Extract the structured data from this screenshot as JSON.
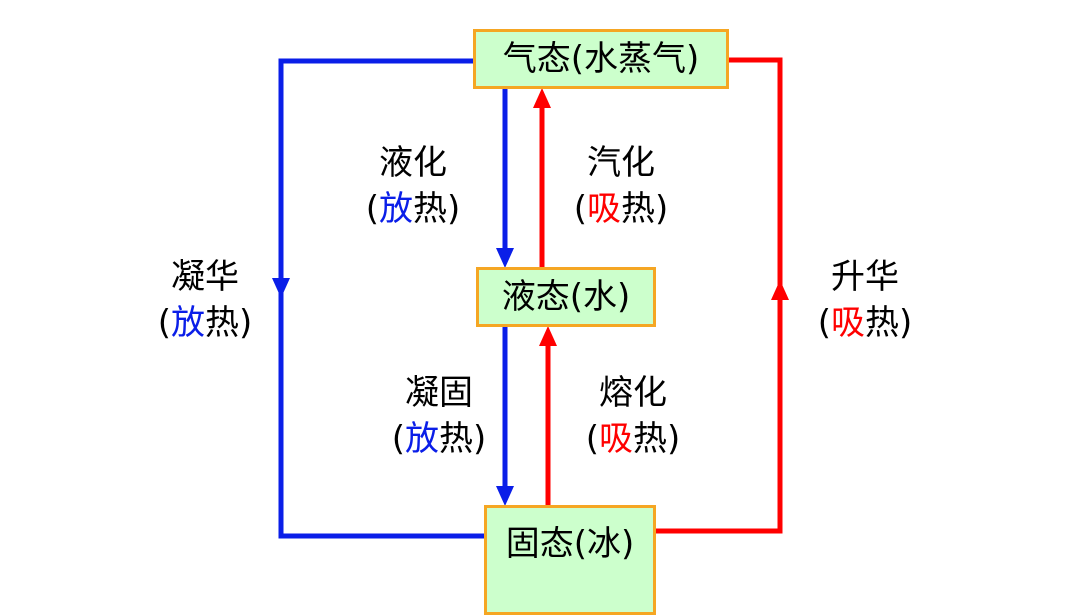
{
  "colors": {
    "release": "#0a1ee8",
    "absorb": "#ff0000",
    "box_fill": "#ccffcc",
    "box_border": "#f5a623"
  },
  "states": {
    "gas": "气态(水蒸气)",
    "liquid": "液态(水)",
    "solid": "固态(冰)"
  },
  "transitions": {
    "liquefaction": {
      "name": "液化",
      "open": "(",
      "heat": "放",
      "rest": "热)"
    },
    "vaporization": {
      "name": "汽化",
      "open": "(",
      "heat": "吸",
      "rest": "热)"
    },
    "deposition": {
      "name": "凝华",
      "open": "(",
      "heat": "放",
      "rest": "热)"
    },
    "sublimation": {
      "name": "升华",
      "open": "(",
      "heat": "吸",
      "rest": "热)"
    },
    "solidification": {
      "name": "凝固",
      "open": "(",
      "heat": "放",
      "rest": "热)"
    },
    "melting": {
      "name": "熔化",
      "open": "(",
      "heat": "吸",
      "rest": "热)"
    }
  }
}
